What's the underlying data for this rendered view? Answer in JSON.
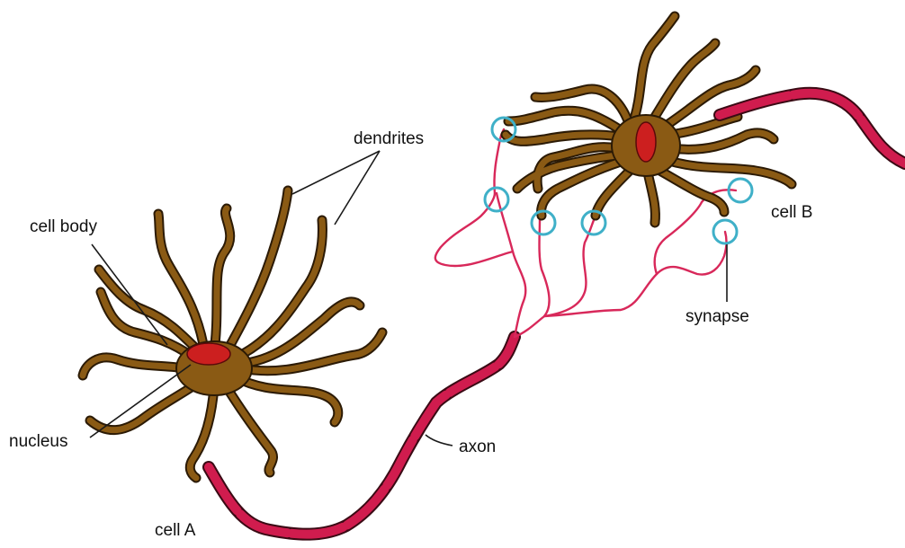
{
  "labels": {
    "dendrites": "dendrites",
    "cell_body": "cell body",
    "nucleus": "nucleus",
    "cell_a": "cell A",
    "axon": "axon",
    "cell_b": "cell B",
    "synapse": "synapse"
  },
  "colors": {
    "dendrite": "#8a5a14",
    "nucleus": "#cc1f1f",
    "axon": "#d01c4e",
    "axon_branch": "#d8285a",
    "synapse": "#3fb0c8",
    "leader_line": "#1a1a1a"
  }
}
